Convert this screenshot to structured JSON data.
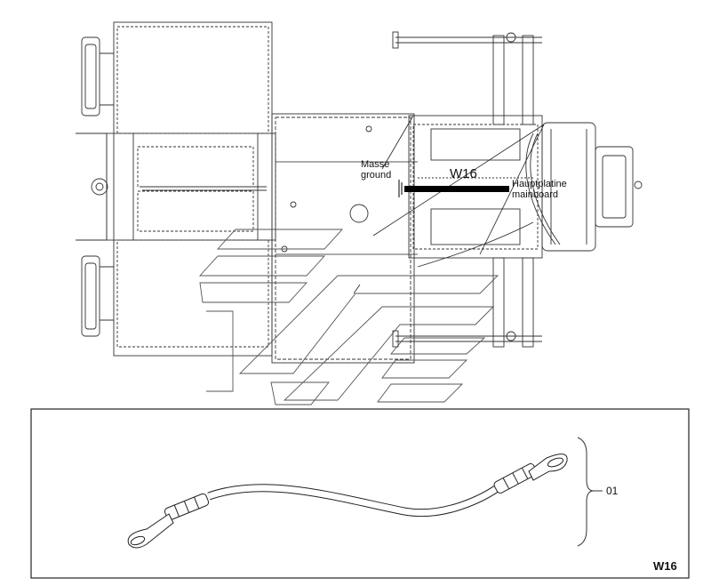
{
  "labels": {
    "ground_line1": "Masse",
    "ground_line2": "ground",
    "cable_id": "W16",
    "mainboard_line1": "Hauptplatine",
    "mainboard_line2": "mainboard",
    "part_ref": "01",
    "detail_tag": "W16"
  }
}
